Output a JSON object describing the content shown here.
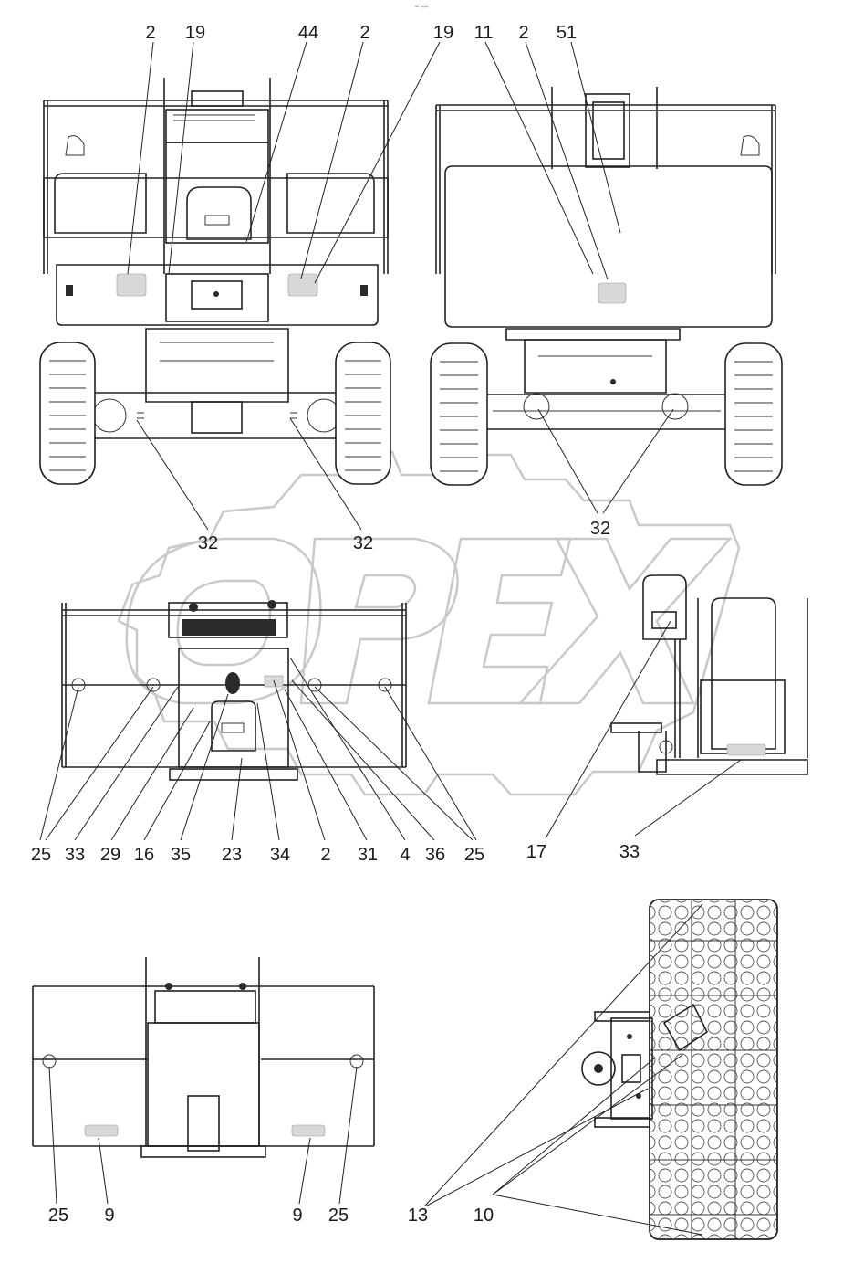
{
  "top_mark": "~ ---",
  "callouts": {
    "front_view": [
      "2",
      "19",
      "44",
      "2",
      "19",
      "32",
      "32"
    ],
    "rear_view": [
      "11",
      "2",
      "51",
      "32"
    ],
    "platform_front": [
      "25",
      "33",
      "29",
      "16",
      "35",
      "23",
      "34",
      "2",
      "31",
      "4",
      "36",
      "25"
    ],
    "platform_side": [
      "17",
      "33"
    ],
    "platform_rear": [
      "25",
      "9",
      "9",
      "25"
    ],
    "platform_top": [
      "13",
      "10"
    ]
  },
  "watermark": {
    "text": "OPEX",
    "icon": "gear-logo-watermark"
  }
}
